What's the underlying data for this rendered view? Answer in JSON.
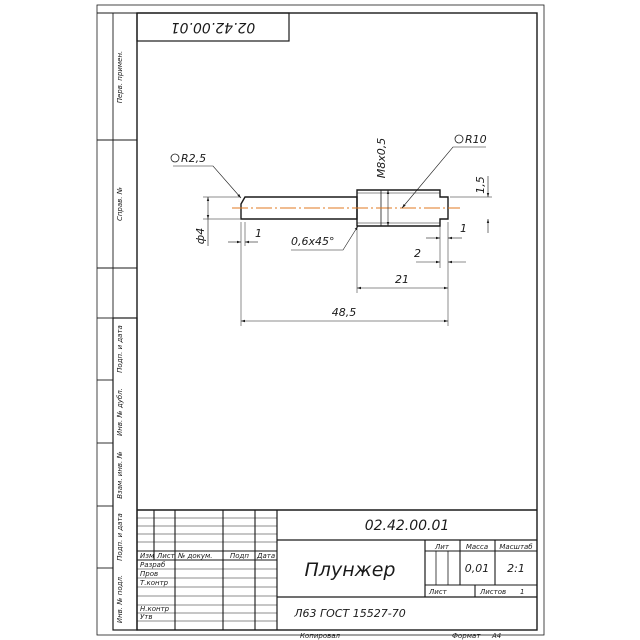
{
  "part_number": "02.42.00.01",
  "part_name": "Плунжер",
  "material": "Л63 ГОСТ 15527-70",
  "stamp_headers": {
    "lit": "Лит",
    "massa": "Масса",
    "masshtab": "Масштаб"
  },
  "stamp_values": {
    "massa": "0,01",
    "masshtab": "2:1"
  },
  "sheet": {
    "list_label": "Лист",
    "listov_label": "Листов",
    "listov_value": "1"
  },
  "revision_headers": {
    "izm": "Изм",
    "list": "Лист",
    "doc": "№ докум.",
    "podp": "Подп",
    "data": "Дата"
  },
  "roles": [
    "Разраб",
    "Пров",
    "Т.контр",
    "Н.контр",
    "Утв"
  ],
  "footer": {
    "kopiroval": "Копировал",
    "format_label": "Формат",
    "format_value": "А4"
  },
  "side_labels": {
    "perv_primen": "Перв. примен.",
    "sprav": "Справ. №",
    "podp_data_1": "Подп. и дата",
    "inv_dubl": "Инв. № дубл.",
    "vzam_inv": "Взам. инв. №",
    "podp_data_2": "Подп. и дата",
    "inv_podl": "Инв. № подл."
  },
  "dimensions": {
    "r_left": "R2,5",
    "r_right": "R10",
    "thread": "M8x0,5",
    "dim_15": "1,5",
    "dia": "ф4",
    "dim_1_left": "1",
    "chamfer": "0,6x45°",
    "dim_2": "2",
    "dim_1_right": "1",
    "dim_21": "21",
    "dim_total": "48,5"
  }
}
